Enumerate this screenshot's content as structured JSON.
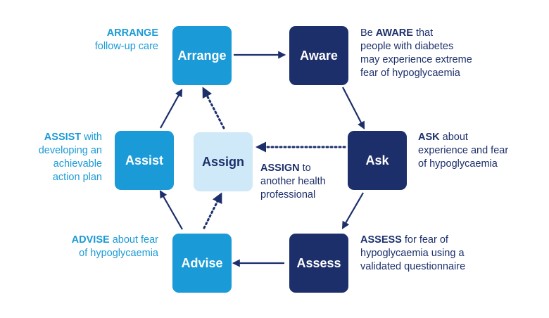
{
  "boxes": {
    "arrange": "Arrange",
    "aware": "Aware",
    "ask": "Ask",
    "assess": "Assess",
    "advise": "Advise",
    "assist": "Assist",
    "assign": "Assign"
  },
  "notes": {
    "arrange": {
      "bold": "ARRANGE",
      "l1": "",
      "l2": "follow-up care"
    },
    "aware": {
      "pre": "Be ",
      "bold": "AWARE",
      "post": " that",
      "l2": "people with diabetes",
      "l3": "may experience extreme",
      "l4": "fear of hypoglycaemia"
    },
    "ask": {
      "bold": "ASK",
      "post": " about",
      "l2": "experience and fear",
      "l3": "of hypoglycaemia"
    },
    "assess": {
      "bold": "ASSESS",
      "post": " for fear of",
      "l2": "hypoglycaemia using a",
      "l3": "validated questionnaire"
    },
    "advise": {
      "bold": "ADVISE",
      "post": " about fear",
      "l2": "of hypoglycaemia"
    },
    "assist": {
      "bold": "ASSIST",
      "post": " with",
      "l2": "developing an",
      "l3": "achievable",
      "l4": "action plan"
    },
    "assign": {
      "bold": "ASSIGN",
      "post": " to",
      "l2": "another health",
      "l3": "professional"
    }
  },
  "colors": {
    "light": "#1a9ad6",
    "dark": "#1c2f6b",
    "pale": "#cfe9f8"
  }
}
